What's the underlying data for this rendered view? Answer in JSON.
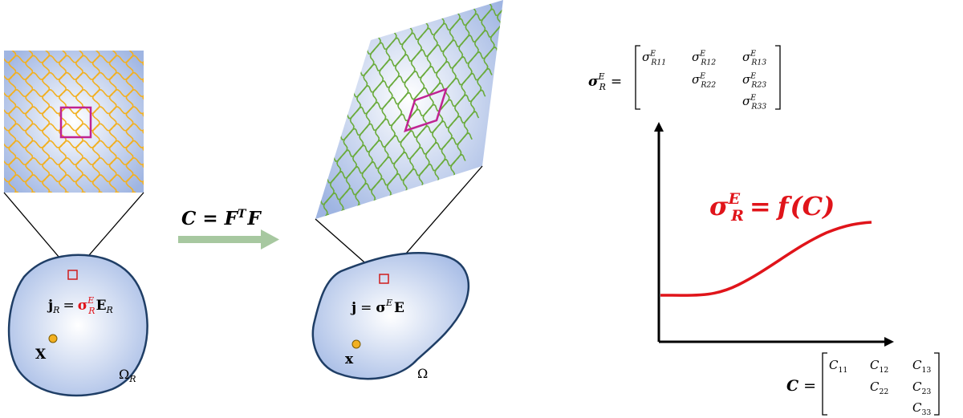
{
  "arrow": {
    "label_C": "C",
    "label_eq": "=",
    "label_F": "F",
    "label_T": "T",
    "label_F2": "F",
    "color": "#a7c8a0"
  },
  "reference": {
    "j": "j",
    "j_sub": "R",
    "eq": "=",
    "sigma": "σ",
    "sigma_sup": "E",
    "sigma_sub": "R",
    "E": "E",
    "E_sub": "R",
    "point_label": "X",
    "domain_label": "Ω",
    "domain_sub": "R"
  },
  "current": {
    "j": "j",
    "eq": "=",
    "sigma": "σ",
    "sigma_sup": "E",
    "E": "E",
    "point_label": "x",
    "domain_label": "Ω"
  },
  "sigma_matrix": {
    "lhs": "σ",
    "lhs_sup": "E",
    "lhs_sub": "R",
    "eq": "=",
    "symbol": "σ",
    "sup": "E",
    "entries": [
      {
        "sub": "R11"
      },
      {
        "sub": "R12"
      },
      {
        "sub": "R13"
      },
      {
        "sub": "R22"
      },
      {
        "sub": "R23"
      },
      {
        "sub": "R33"
      }
    ]
  },
  "c_matrix": {
    "lhs": "C",
    "eq": "=",
    "symbol": "C",
    "entries": [
      {
        "sub": "11"
      },
      {
        "sub": "12"
      },
      {
        "sub": "13"
      },
      {
        "sub": "22"
      },
      {
        "sub": "23"
      },
      {
        "sub": "33"
      }
    ]
  },
  "graph": {
    "label_sigma": "σ",
    "label_sup": "E",
    "label_sub": "R",
    "label_eq": "=",
    "label_f": "f",
    "label_arg": "(C)",
    "curve_color": "#e0141a"
  },
  "colors": {
    "domain_fill": "#b7c9e9",
    "domain_stroke": "#1f3e66",
    "fiber_ref": "#f2b021",
    "fiber_cur": "#6aab3c",
    "cell_box": "#c02392",
    "point": "#f2b021"
  }
}
